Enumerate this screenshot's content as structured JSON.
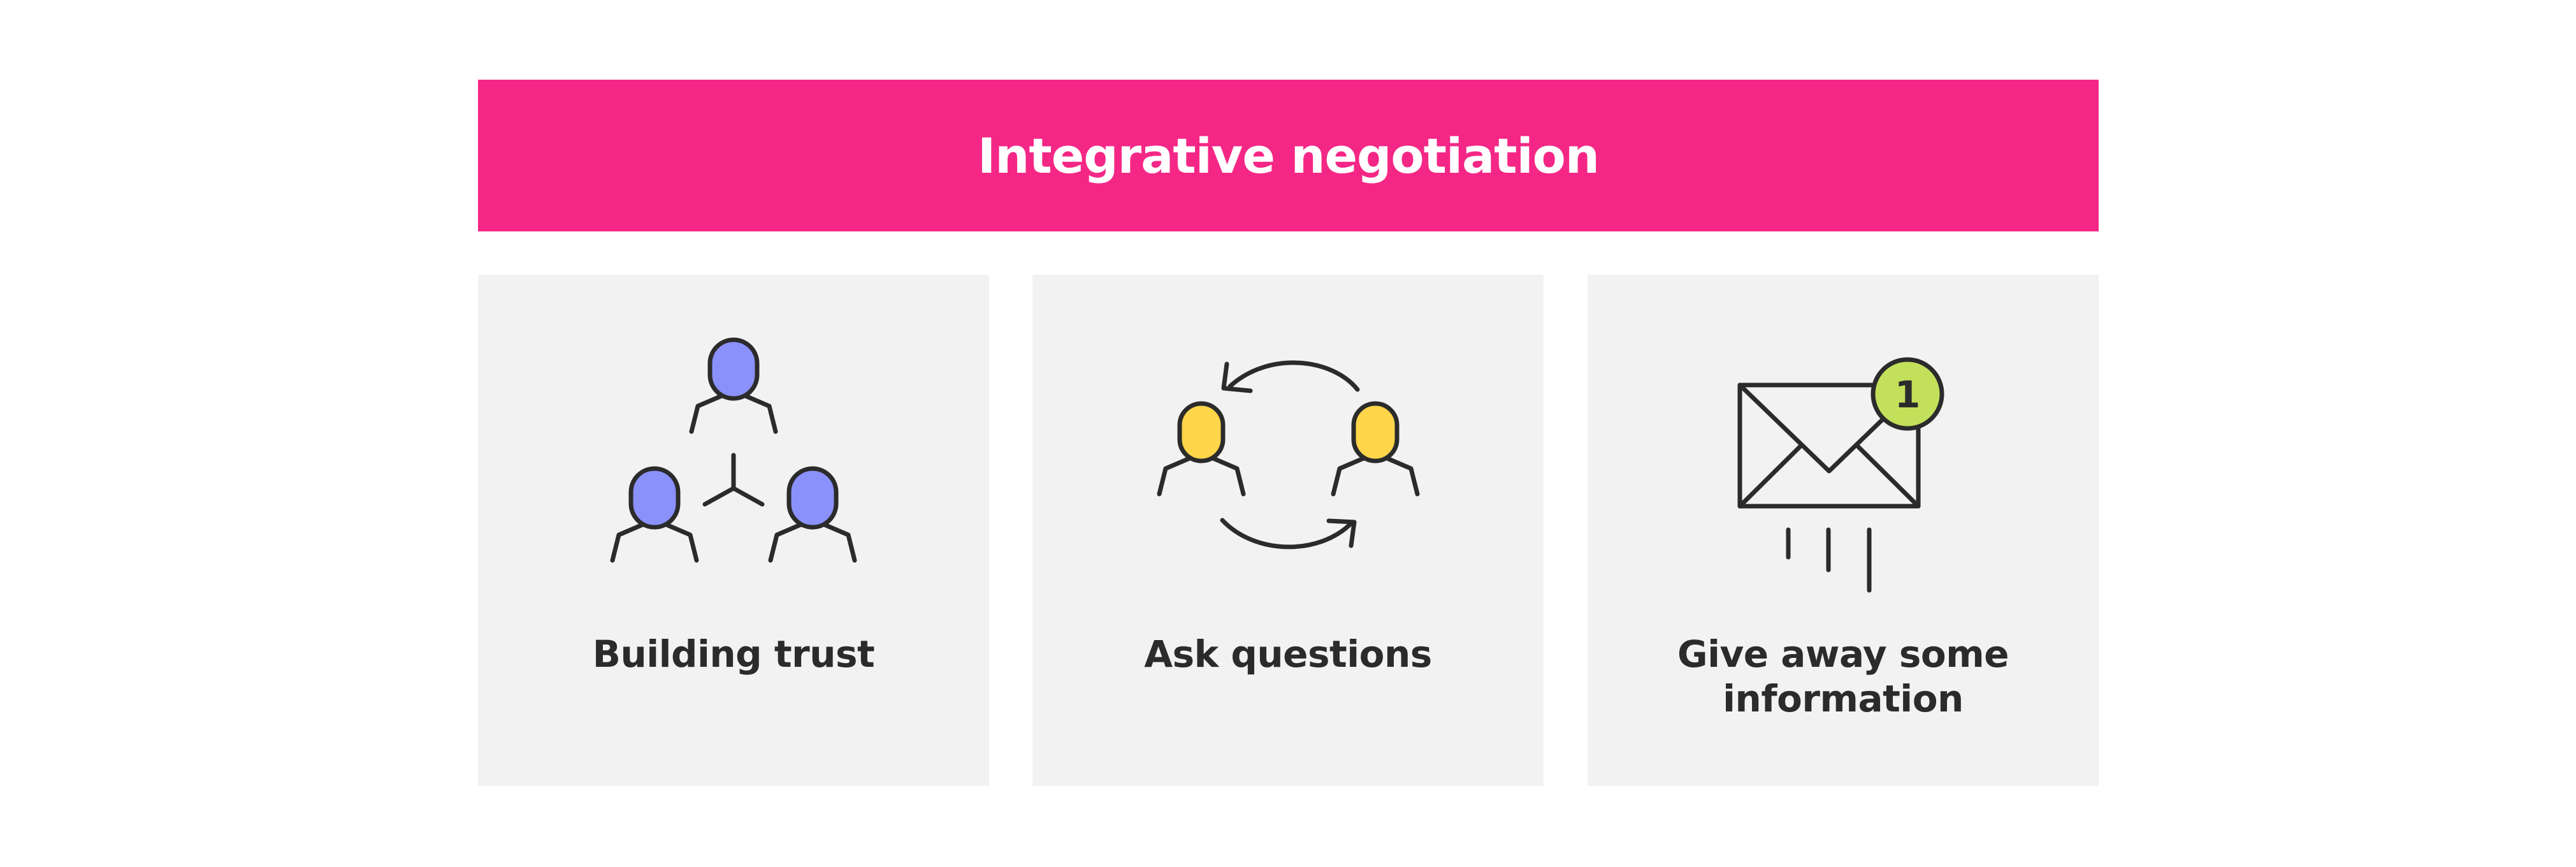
{
  "header": {
    "title": "Integrative negotiation"
  },
  "colors": {
    "banner": "#f52786",
    "card_background": "#f2f2f2",
    "person_blue": "#8b91fa",
    "person_yellow": "#ffd54a",
    "badge_green": "#c2e05a",
    "line": "#2b2b2b"
  },
  "cards": [
    {
      "label": "Building trust",
      "icon": "team-hierarchy-icon"
    },
    {
      "label": "Ask questions",
      "icon": "conversation-exchange-icon"
    },
    {
      "label_lines": [
        "Give away some",
        "information"
      ],
      "icon": "envelope-notification-icon",
      "badge": "1"
    }
  ]
}
